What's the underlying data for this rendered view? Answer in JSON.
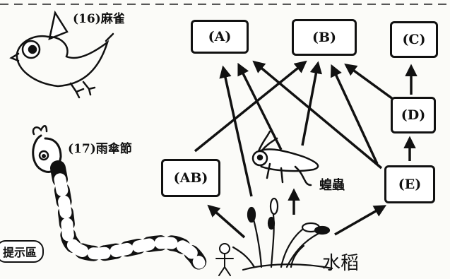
{
  "animals": {
    "sparrow_label": "(16)麻雀",
    "snake_label": "(17)雨傘節",
    "grasshopper_label": "蝗蟲",
    "rice_label": "水稻",
    "corner_label": "提示區"
  },
  "boxes": {
    "a": "(A)",
    "b": "(B)",
    "c": "(C)",
    "d": "(D)",
    "e": "(E)",
    "ab": "(AB)"
  }
}
